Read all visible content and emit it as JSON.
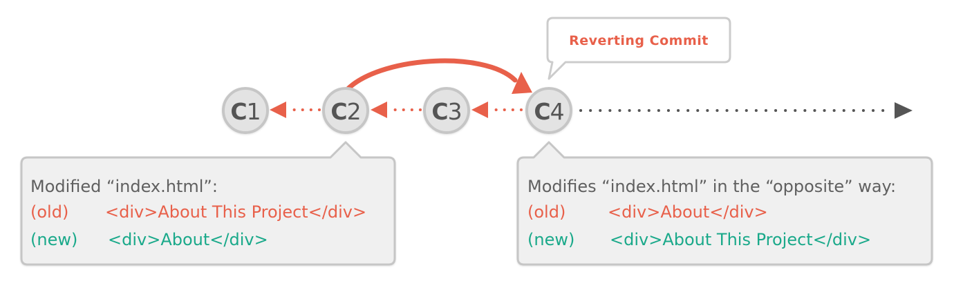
{
  "colors": {
    "accent_red": "#e8604a",
    "accent_green": "#1aa98a",
    "node_fill": "#e3e3e3",
    "node_border": "#c6c6c6",
    "box_fill": "#f0f0f0",
    "box_border": "#c6c6c6",
    "timeline_gray": "#555555"
  },
  "commits": [
    {
      "letter": "C",
      "number": "1"
    },
    {
      "letter": "C",
      "number": "2"
    },
    {
      "letter": "C",
      "number": "3"
    },
    {
      "letter": "C",
      "number": "4"
    }
  ],
  "callout": {
    "title": "Reverting Commit"
  },
  "left_box": {
    "heading": "Modified “index.html”:",
    "old_tag": "(old)",
    "old_code": "<div>About This Project</div>",
    "new_tag": "(new)",
    "new_code": "<div>About</div>"
  },
  "right_box": {
    "heading": "Modifies “index.html” in the “opposite” way:",
    "old_tag": "(old)",
    "old_code": "<div>About</div>",
    "new_tag": "(new)",
    "new_code": "<div>About This Project</div>"
  },
  "icons": {
    "parent_arrow": "arrow-left-icon",
    "future_arrow": "arrow-right-icon",
    "revert_arrow": "curved-arrow-icon"
  }
}
